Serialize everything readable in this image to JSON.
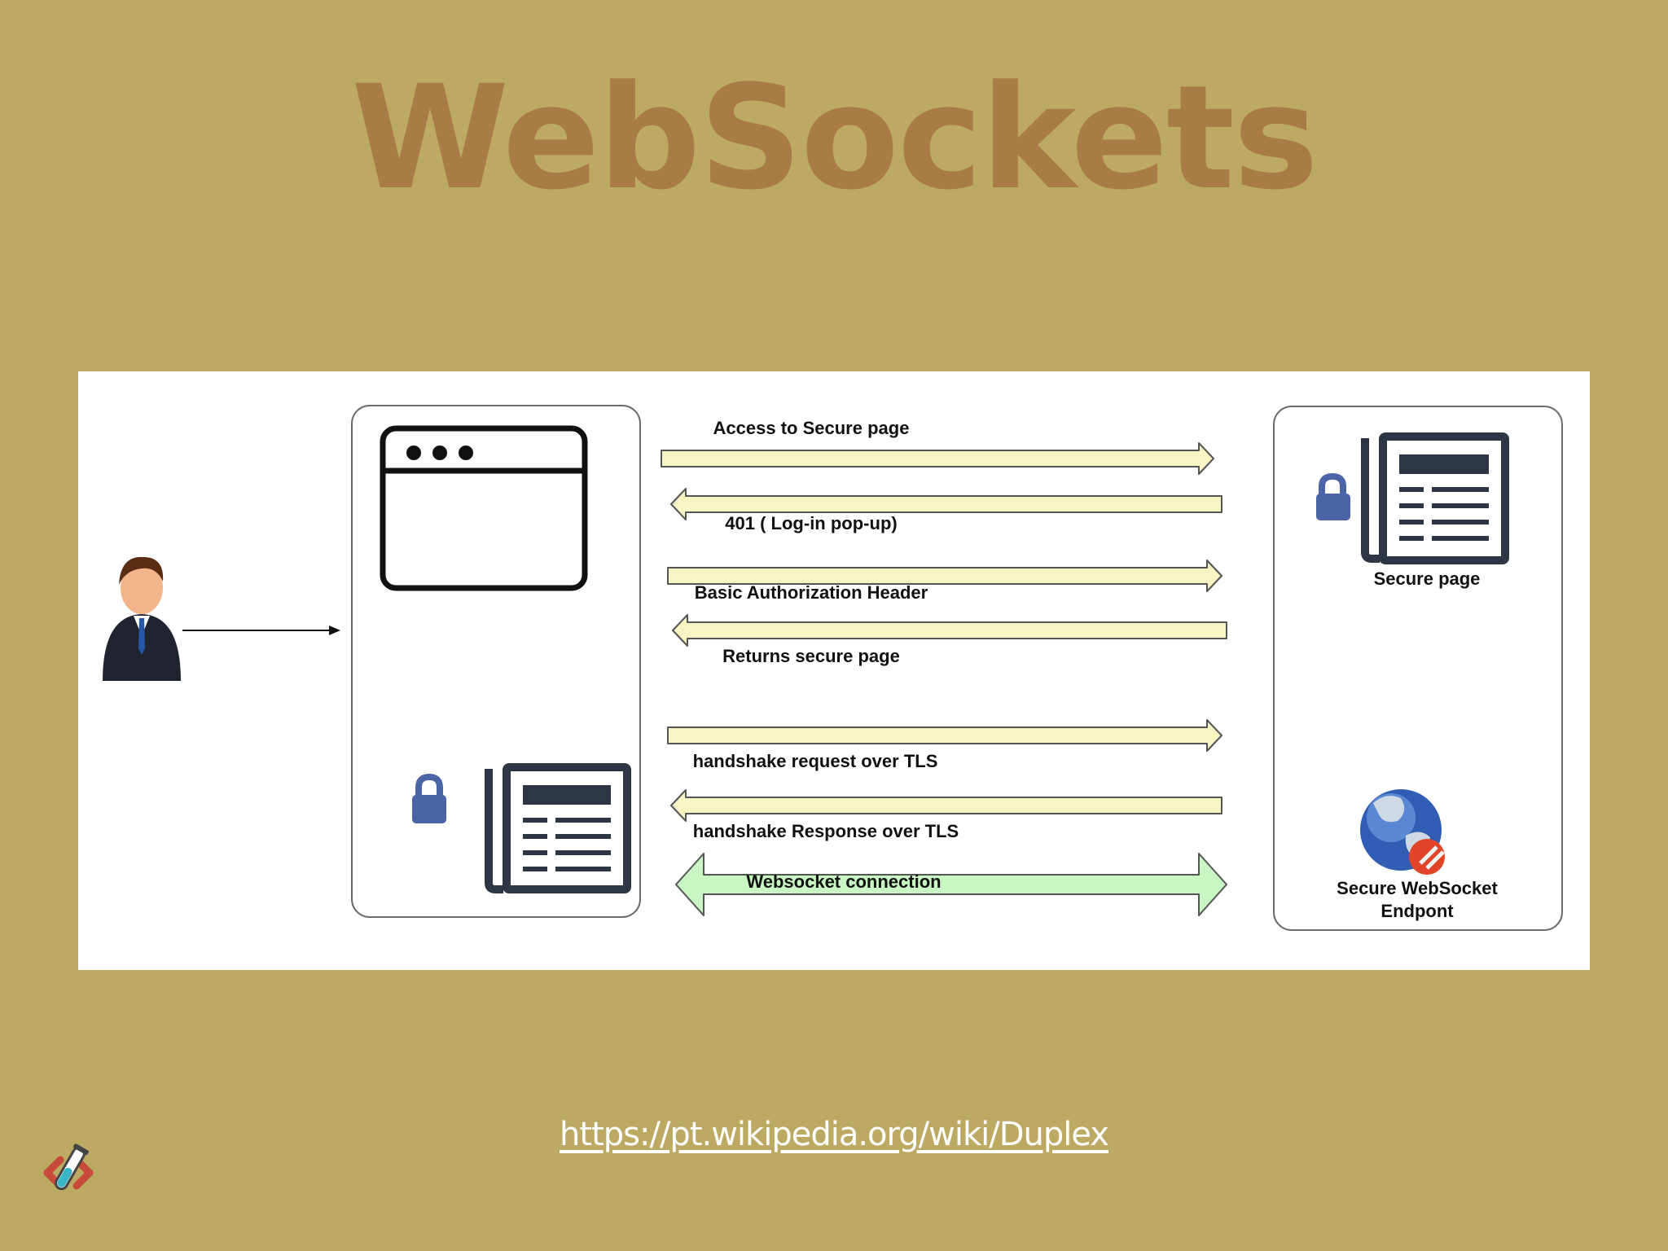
{
  "slide": {
    "title": "WebSockets"
  },
  "diagram": {
    "arrows": [
      {
        "label": "Access to Secure page",
        "direction": "right"
      },
      {
        "label": "401  ( Log-in pop-up)",
        "direction": "left"
      },
      {
        "label": "Basic Authorization Header",
        "direction": "right"
      },
      {
        "label": "Returns secure page",
        "direction": "left"
      },
      {
        "label": "handshake request  over TLS",
        "direction": "right"
      },
      {
        "label": "handshake Response  over TLS",
        "direction": "left"
      },
      {
        "label": "Websocket connection",
        "direction": "both"
      }
    ],
    "server": {
      "secure_page_label": "Secure page",
      "endpoint_label_line1": "Secure WebSocket",
      "endpoint_label_line2": "Endpont"
    },
    "colors": {
      "message_arrow_fill": "#f8f5c4",
      "connection_arrow_fill": "#c9f7c4",
      "lock_color": "#4b64a6",
      "document_color": "#2c3644"
    }
  },
  "footer": {
    "source_url": "https://pt.wikipedia.org/wiki/Duplex"
  }
}
